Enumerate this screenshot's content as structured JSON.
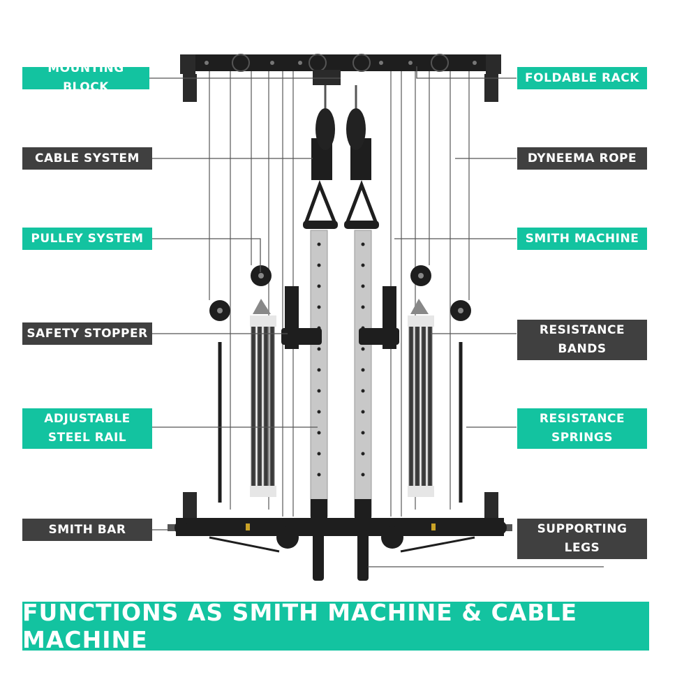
{
  "labels": {
    "left": [
      {
        "text": "MOUNTING BLOCK",
        "style": "teal"
      },
      {
        "text": "CABLE SYSTEM",
        "style": "dark"
      },
      {
        "text": "PULLEY SYSTEM",
        "style": "teal"
      },
      {
        "text": "SAFETY STOPPER",
        "style": "dark"
      },
      {
        "text": "ADJUSTABLE\nSTEEL RAIL",
        "style": "teal"
      },
      {
        "text": "SMITH BAR",
        "style": "dark"
      }
    ],
    "right": [
      {
        "text": "FOLDABLE RACK",
        "style": "teal"
      },
      {
        "text": "DYNEEMA ROPE",
        "style": "dark"
      },
      {
        "text": "SMITH MACHINE",
        "style": "teal"
      },
      {
        "text": "RESISTANCE\nBANDS",
        "style": "dark"
      },
      {
        "text": "RESISTANCE\nSPRINGS",
        "style": "teal"
      },
      {
        "text": "SUPPORTING\nLEGS",
        "style": "dark"
      }
    ]
  },
  "banner": "FUNCTIONS AS SMITH MACHINE & CABLE MACHINE",
  "colors": {
    "teal": "#13c3a0",
    "dark": "#404040",
    "frame": "#1e1e1e",
    "rail": "#c8c8c8",
    "cable": "#9a9a9a"
  },
  "image": {
    "subject": "wall-mounted smith machine and cable machine",
    "icon": "gym-machine-illustration"
  }
}
